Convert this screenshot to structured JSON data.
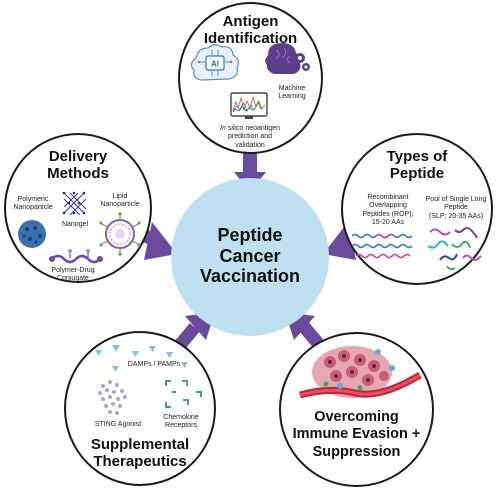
{
  "center": {
    "line1": "Peptide",
    "line2": "Cancer",
    "line3": "Vaccination"
  },
  "antigen": {
    "title1": "Antigen",
    "title2": "Identification",
    "ai_badge": "AI",
    "ml1": "Machine",
    "ml2": "Learning",
    "insilico_italic": "In silico",
    "insilico_rest": " neoantigen",
    "insilico2": "prediction and",
    "insilico3": "validation"
  },
  "delivery": {
    "title1": "Delivery",
    "title2": "Methods",
    "poly1": "Polymeric",
    "poly2": "Nanoparticle",
    "nanogel": "Nanogel",
    "lipid1": "Lipid",
    "lipid2": "Nanoparticle",
    "conj1": "Polymer-Drug",
    "conj2": "Conjugate"
  },
  "types": {
    "title1": "Types of",
    "title2": "Peptide",
    "rop1": "Recombinant",
    "rop2": "Overlapping",
    "rop3": "Peptides (ROP);",
    "rop4": "15-20 AAs",
    "slp1": "Pool of Single Long",
    "slp2": "Peptide",
    "slp3": "(SLP; 20-35 AAs)"
  },
  "supplemental": {
    "title1": "Supplemental",
    "title2": "Therapeutics",
    "damps": "DAMPs / PAMPs",
    "sting": "STING Agonist",
    "chemo1": "Chemokine",
    "chemo2": "Receptors"
  },
  "evasion": {
    "title1": "Overcoming",
    "title2": "Immune Evasion +",
    "title3": "Suppression"
  },
  "colors": {
    "arrow": "#6a4a9c",
    "center": "#bfe0f0",
    "outline": "#1a1a1a"
  }
}
